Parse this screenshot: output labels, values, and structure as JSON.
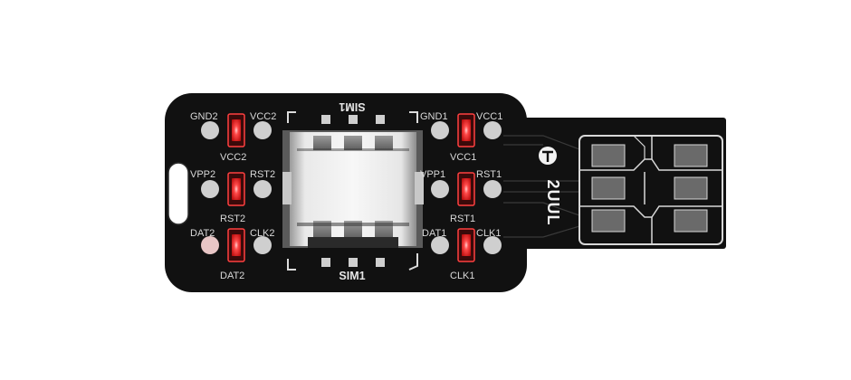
{
  "board": {
    "colors": {
      "pcb": "#111111",
      "pad": "#cfcfcf",
      "led_red": "#ff3030",
      "led_glow": "#ff5a5a",
      "silk": "#d8d8d8",
      "contact_gold": "#808080"
    },
    "slot_labels": {
      "top": "SIM1",
      "bottom": "SIM1"
    },
    "brand": {
      "text": "2UUL",
      "icon": "screw-logo-icon"
    },
    "left_labels": {
      "gnd2": "GND2",
      "vcc2_top": "VCC2",
      "vcc2_bottom": "VCC2",
      "vpp2": "VPP2",
      "rst2_top": "RST2",
      "rst2_bottom": "RST2",
      "dat2_top": "DAT2",
      "dat2_bottom": "DAT2",
      "clk2": "CLK2"
    },
    "right_labels": {
      "gnd1": "GND1",
      "vcc1_top": "VCC1",
      "vcc1_bottom": "VCC1",
      "vpp1": "VPP1",
      "rst1_top": "RST1",
      "rst1_bottom": "RST1",
      "dat1": "DAT1",
      "clk1_top": "CLK1",
      "clk1_bottom": "CLK1"
    }
  }
}
